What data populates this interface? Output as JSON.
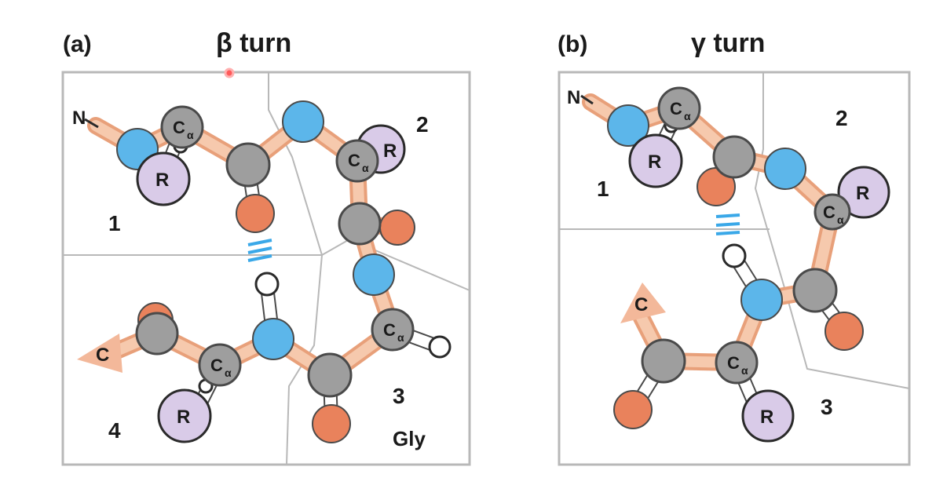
{
  "panel_a": {
    "tag": "(a)",
    "title": "β turn",
    "n_terminus": "N",
    "c_terminus": "C",
    "residue_numbers": [
      "1",
      "2",
      "3",
      "4"
    ],
    "gly_label": "Gly",
    "r_label": "R",
    "ca_label": "C",
    "ca_sub": "α"
  },
  "panel_b": {
    "tag": "(b)",
    "title": "γ turn",
    "n_terminus": "N",
    "c_terminus": "C",
    "residue_numbers": [
      "1",
      "2",
      "3"
    ],
    "r_label": "R",
    "ca_label": "C",
    "ca_sub": "α"
  },
  "colors": {
    "carbon": "#9e9e9e",
    "nitrogen": "#5cb6ea",
    "oxygen": "#e9825c",
    "hydrogen": "#ffffff",
    "r_group": "#d9cbe8",
    "bond": "#e8a07a",
    "hydrogen_bond": "#3aa8e8"
  }
}
